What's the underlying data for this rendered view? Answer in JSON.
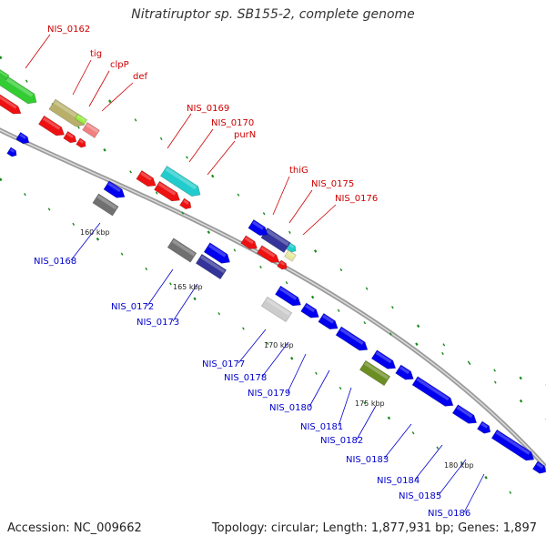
{
  "title": "Nitratiruptor sp. SB155-2, complete genome",
  "footer": {
    "accession": "Accession: NC_009662",
    "topology": "Topology: circular; Length: 1,877,931 bp; Genes: 1,897"
  },
  "colors": {
    "backbone": "#8c8c8c",
    "cds_forward": "#ff0000",
    "cds_reverse": "#0000ee",
    "label_top": "#cc0000",
    "label_bottom": "#0000cc",
    "gc_ticks": "#1a8a1a"
  },
  "tick_labels": [
    "160 kbp",
    "165 kbp",
    "170 kbp",
    "175 kbp",
    "180 kbp"
  ],
  "top_labels": [
    "NIS_0162",
    "tig",
    "clpP",
    "def",
    "NIS_0169",
    "NIS_0170",
    "purN",
    "thiG",
    "NIS_0175",
    "NIS_0176"
  ],
  "bottom_labels": [
    "NIS_0168",
    "NIS_0172",
    "NIS_0173",
    "NIS_0177",
    "NIS_0178",
    "NIS_0179",
    "NIS_0180",
    "NIS_0181",
    "NIS_0182",
    "NIS_0183",
    "NIS_0184",
    "NIS_0185",
    "NIS_0186"
  ]
}
